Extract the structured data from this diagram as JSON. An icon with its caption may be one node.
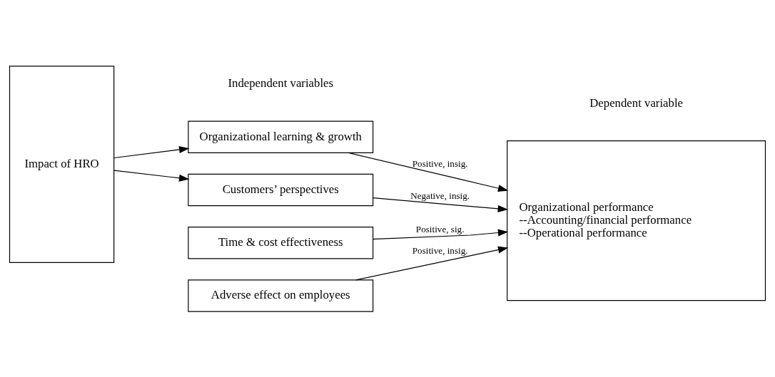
{
  "diagram": {
    "nodes": [
      {
        "text": [
          "Impact of HRO"
        ]
      },
      {
        "text": [
          "Organizational learning & growth"
        ]
      },
      {
        "text": [
          "Time & cost effectiveness"
        ]
      },
      {
        "text": [
          "Adverse effect on employees"
        ]
      },
      {
        "text": [
          "Customers’ perspectives"
        ]
      },
      {
        "text": [
          "Organizational performance",
          "--Accounting/financial performance",
          "--Operational performance"
        ]
      }
    ],
    "edges": [
      {
        "from": 0,
        "to": 1,
        "arrow": "to"
      },
      {
        "from": 0,
        "to": 4,
        "arrow": "to"
      },
      {
        "from": 1,
        "to": 5,
        "arrow": "to",
        "label": "Positive, insig."
      },
      {
        "from": 2,
        "to": 5,
        "arrow": "to",
        "label": "Positive, sig."
      },
      {
        "from": 3,
        "to": 5,
        "arrow": "to",
        "label": "Positive, insig."
      },
      {
        "from": 4,
        "to": 5,
        "arrow": "to",
        "label": "Negative, insig."
      }
    ],
    "labels": [
      "Independent variables",
      "Dependent variable"
    ]
  }
}
